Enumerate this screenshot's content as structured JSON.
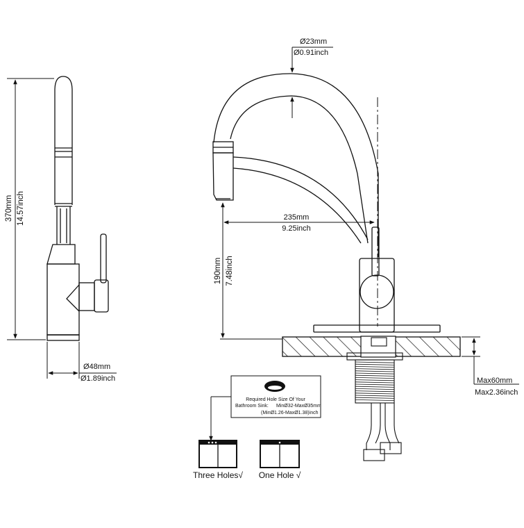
{
  "dimensions": {
    "height_total": {
      "mm": "370mm",
      "inch": "14.57inch"
    },
    "base_diameter": {
      "mm": "Ø48mm",
      "inch": "Ø1.89inch"
    },
    "spout_diameter": {
      "mm": "Ø23mm",
      "inch": "Ø0.91inch"
    },
    "reach": {
      "mm": "235mm",
      "inch": "9.25inch"
    },
    "spout_height": {
      "mm": "190mm",
      "inch": "7.48inch"
    },
    "deck_thickness": {
      "mm": "Max60mm",
      "inch": "Max2.36inch"
    }
  },
  "hole_note": {
    "line1": "Required Hole Size Of Your",
    "line2": "Bathroom Sink:",
    "line2_values": "MinØ32-MaxØ35mm",
    "line3": "(MinØ1.26-MaxØ1.38)inch"
  },
  "sink_options": [
    {
      "label": "Three Holes√"
    },
    {
      "label": "One Hole √"
    }
  ],
  "colors": {
    "line": "#111111",
    "background": "#ffffff"
  }
}
